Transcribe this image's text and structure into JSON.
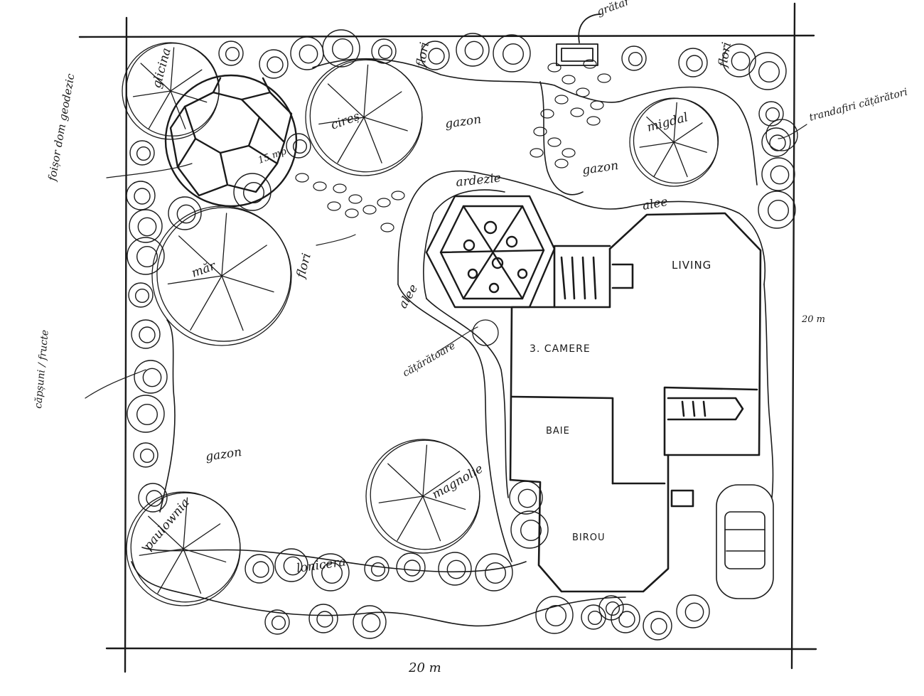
{
  "plan": {
    "dimensions": {
      "width": "20 m",
      "height": "20 m"
    },
    "zones": {
      "lawn_main": "gazon",
      "lawn_north": "gazon",
      "lawn_east": "gazon",
      "flowers_west": "flori",
      "flowers_north": "flori",
      "flowers_east": "flori",
      "path_north": "ardezie",
      "path_main": "alee",
      "path_west": "alee",
      "shrubs_south": "lonicera",
      "grill": "grătar"
    },
    "plants": {
      "wisteria": "glicina",
      "cherry": "cireș",
      "almond": "migdal",
      "apple": "măr",
      "magnolia": "magnolie",
      "paulownia": "paulownia",
      "climbing_roses": "trandafiri cățărători",
      "climbing_rose": "cățărătoare",
      "strawberries": "căpșuni / fructe",
      "gazebo_size": "15 mp"
    },
    "structures": {
      "gazebo": "foișor dom geodezic"
    },
    "rooms": {
      "living": "LIVING",
      "bedroom": "3. CAMERE",
      "bath": "BAIE",
      "office": "BIROU"
    }
  }
}
